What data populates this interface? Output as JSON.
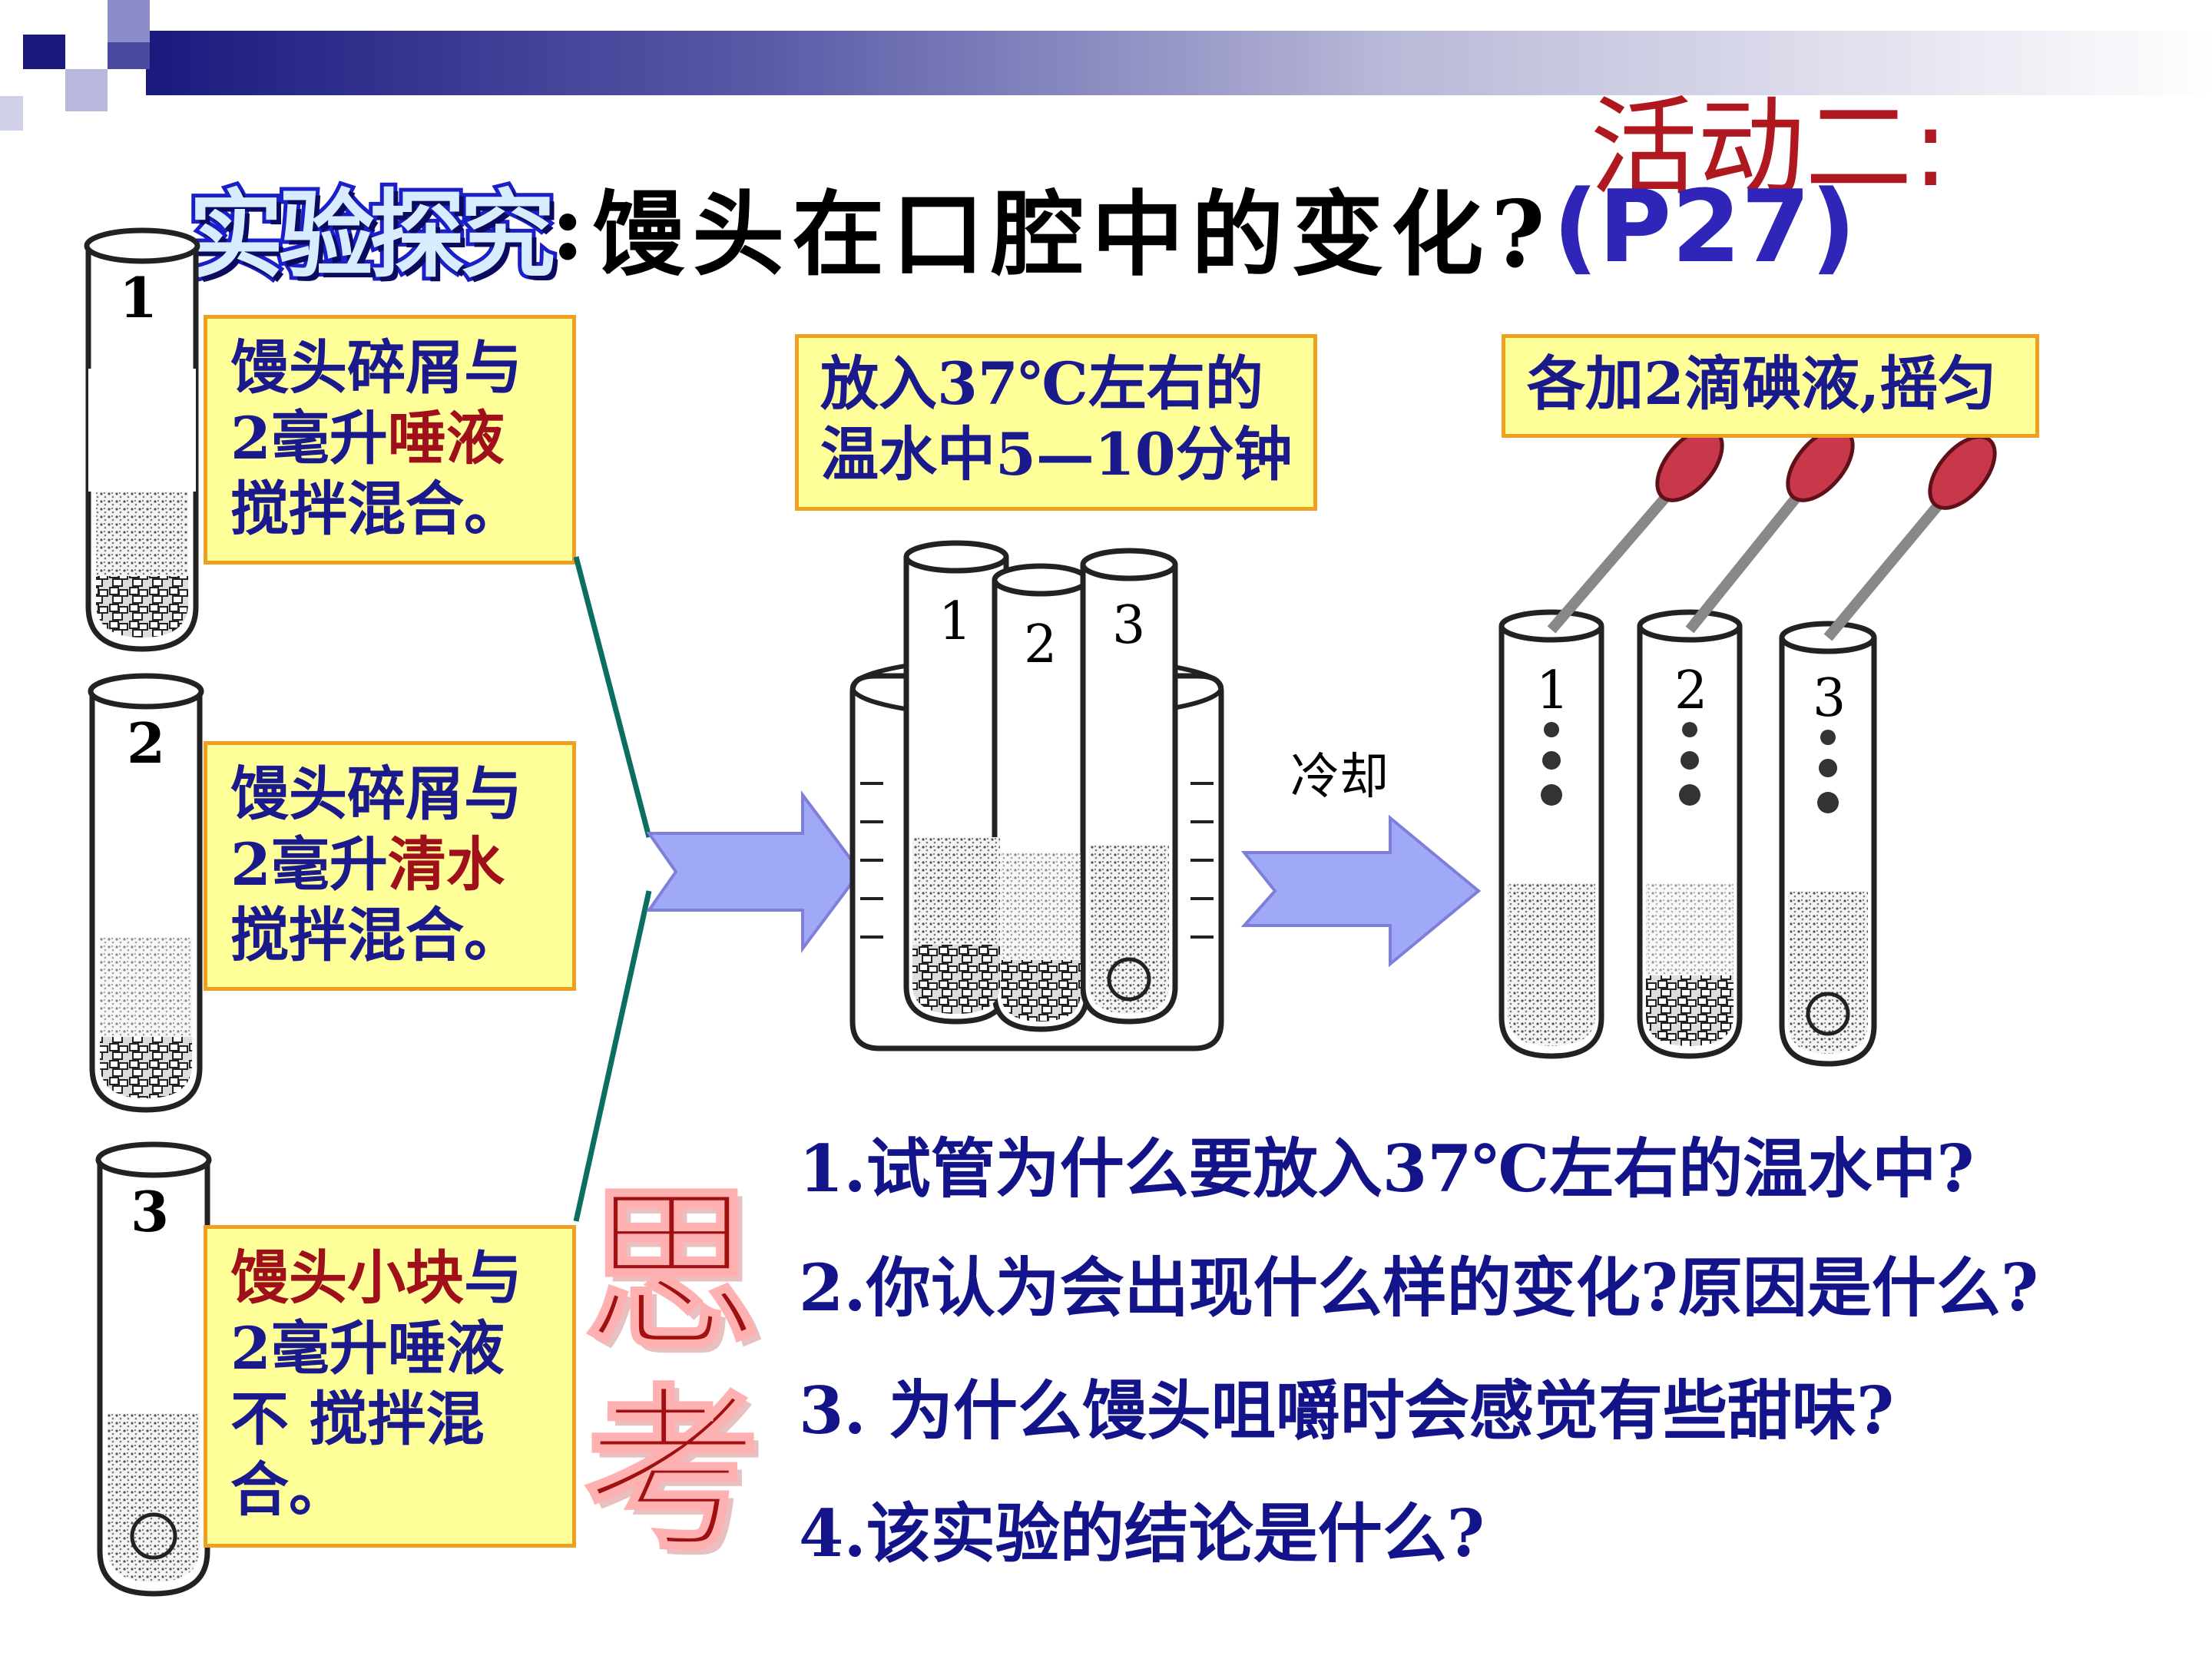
{
  "header": {
    "activity": "活动二:",
    "title_label": "实验探究",
    "title_colon": ":",
    "title_main": "馒头在口腔中的变化?",
    "title_page": "(P27)"
  },
  "tubes": {
    "t1": "1",
    "t2": "2",
    "t3": "3"
  },
  "boxes": {
    "box1": {
      "line1": "馒头碎屑与",
      "line2_pre": "2毫升",
      "line2_hl": "唾液",
      "line3": "搅拌混合。"
    },
    "box2": {
      "line1": "馒头碎屑与",
      "line2_pre": "2毫升",
      "line2_hl": "清水",
      "line3": "搅拌混合。"
    },
    "box3": {
      "line1_hl": "馒头小块",
      "line1_post": "与",
      "line2": "2毫升唾液",
      "line3": "不 搅拌混",
      "line4": "合。"
    },
    "warm": {
      "line1": "放入37℃左右的",
      "line2": "温水中5—10分钟"
    },
    "iodine": {
      "line1": "各加2滴碘液,摇匀"
    }
  },
  "cool_label": "冷却",
  "think": {
    "char1": "思",
    "char2": "考"
  },
  "questions": [
    "1.试管为什么要放入37℃左右的温水中?",
    "2.你认为会出现什么样的变化?原因是什么?",
    "3. 为什么馒头咀嚼时会感觉有些甜味?",
    "4.该实验的结论是什么?"
  ],
  "colors": {
    "header_dark": "#1a1a7e",
    "box_fill": "#ffff99",
    "box_border": "#f0a020",
    "text_blue": "#1a1a8c",
    "highlight_red": "#a0101a",
    "arrow_fill": "#a0a8f8",
    "line_teal": "#0a6e60"
  }
}
